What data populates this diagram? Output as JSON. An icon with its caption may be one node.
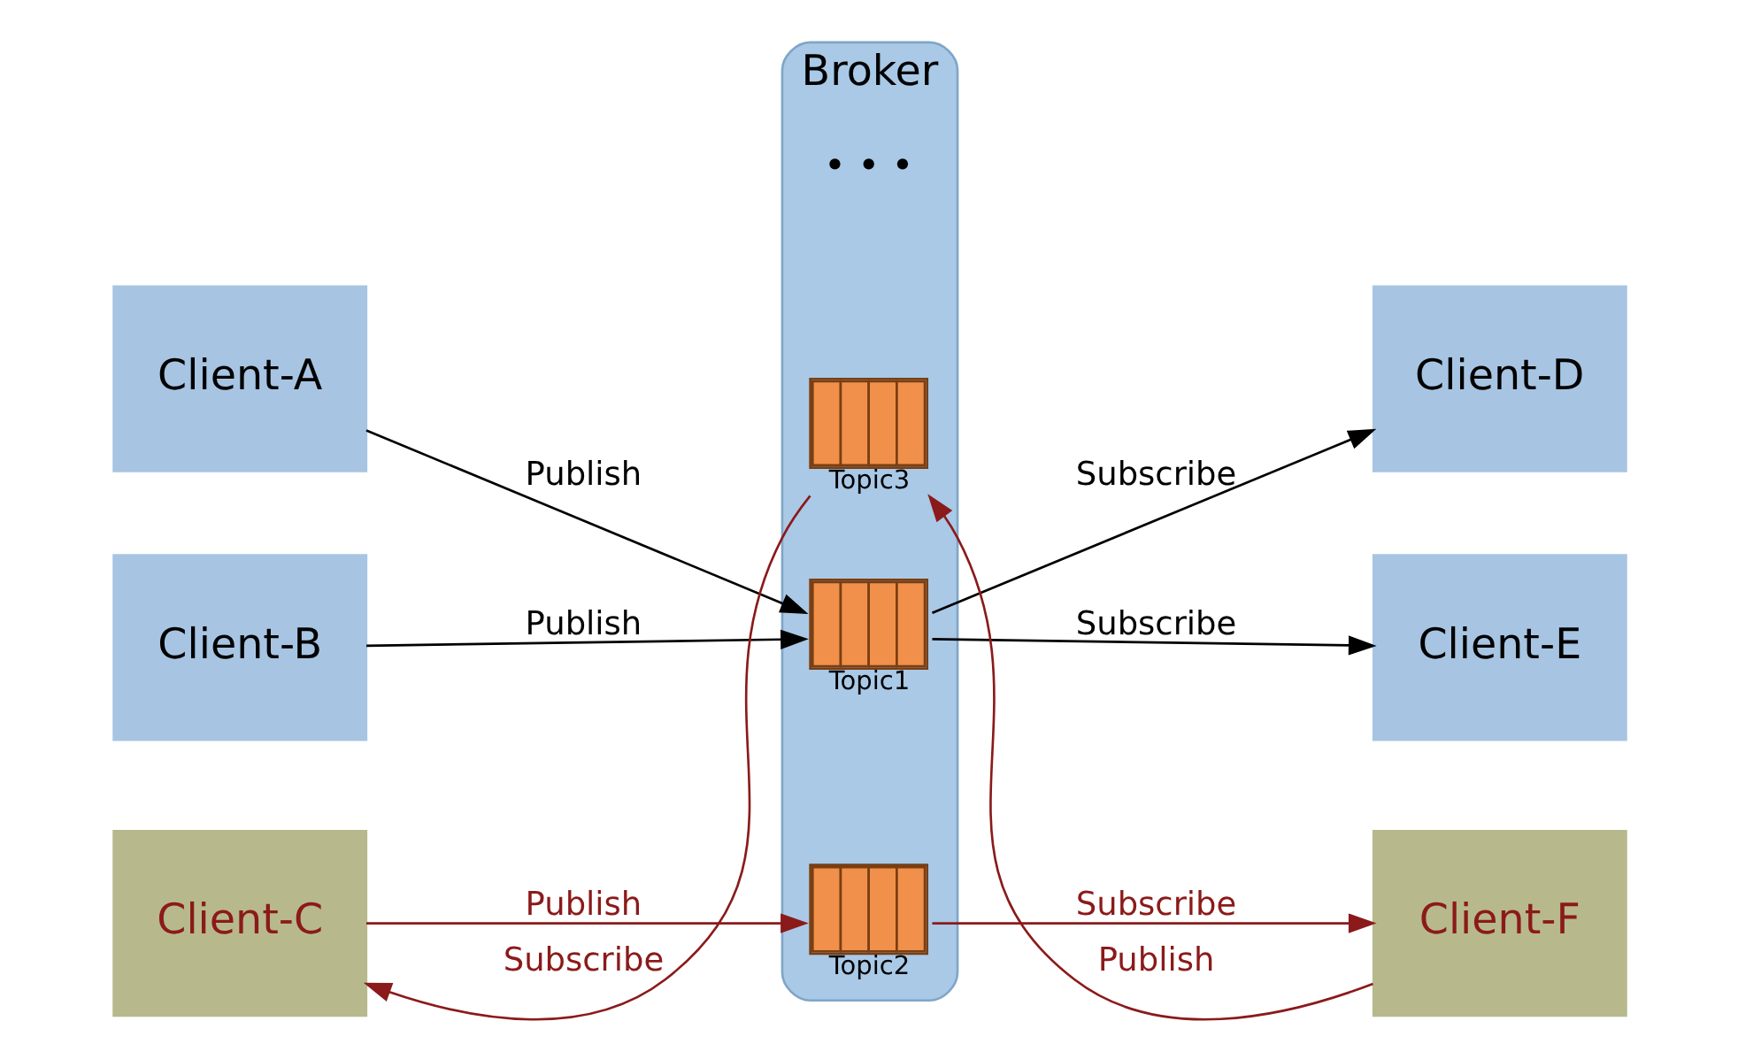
{
  "diagram": {
    "nodes": [
      {
        "text": [
          "Client-A"
        ]
      },
      {
        "text": [
          "Client-B"
        ]
      },
      {
        "text": [
          "Client-C"
        ]
      },
      {
        "text": [
          "Broker"
        ]
      },
      {
        "text": [
          "Topic1"
        ],
        "in": 3
      },
      {
        "text": [
          "Topic2"
        ],
        "in": 3
      },
      {
        "text": [
          "Topic3"
        ],
        "in": 3
      },
      {
        "text": [
          "Client-D"
        ]
      },
      {
        "text": [
          "Client-E"
        ]
      },
      {
        "text": [
          "Client-F"
        ]
      }
    ],
    "edges": [
      {
        "from": 0,
        "to": 4,
        "arrow": "to",
        "label": "Publish"
      },
      {
        "from": 1,
        "to": 4,
        "arrow": "to",
        "label": "Publish"
      },
      {
        "from": 4,
        "to": 7,
        "arrow": "to",
        "label": "Subscribe"
      },
      {
        "from": 4,
        "to": 8,
        "arrow": "to",
        "label": "Subscribe"
      },
      {
        "from": 2,
        "to": 5,
        "arrow": "to",
        "label": "Publish",
        "color": "#8b1a1a"
      },
      {
        "from": 6,
        "to": 2,
        "arrow": "to",
        "label": "Subscribe",
        "color": "#8b1a1a"
      },
      {
        "from": 5,
        "to": 9,
        "arrow": "to",
        "label": "Subscribe",
        "color": "#8b1a1a"
      },
      {
        "from": 9,
        "to": 6,
        "arrow": "to",
        "label": "Publish",
        "color": "#8b1a1a"
      }
    ],
    "labels": [
      "• • •"
    ]
  }
}
